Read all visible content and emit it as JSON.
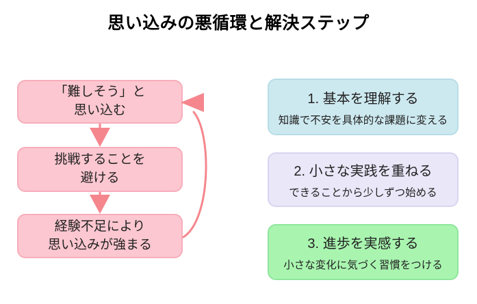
{
  "title": "思い込みの悪循環と解決ステップ",
  "colors": {
    "background": "#ffffff",
    "title_text": "#000000",
    "box_text": "#222222",
    "cycle_fill": "#fcc7d0",
    "cycle_border": "#f7adbb",
    "arrow": "#f5868d",
    "step1_fill": "#cde9f0",
    "step1_border": "#b7dde6",
    "step2_fill": "#e9e7f8",
    "step2_border": "#d8d5f0",
    "step3_fill": "#a9f5b0",
    "step3_border": "#90e59d"
  },
  "cycle": {
    "boxes": [
      {
        "line1": "「難しそう」と",
        "line2": "思い込む"
      },
      {
        "line1": "挑戦することを",
        "line2": "避ける"
      },
      {
        "line1": "経験不足により",
        "line2": "思い込みが強まる"
      }
    ]
  },
  "steps": [
    {
      "title": "1. 基本を理解する",
      "subtitle": "知識で不安を具体的な課題に変える"
    },
    {
      "title": "2. 小さな実践を重ねる",
      "subtitle": "できることから少しずつ始める"
    },
    {
      "title": "3. 進歩を実感する",
      "subtitle": "小さな変化に気づく習慣をつける"
    }
  ]
}
